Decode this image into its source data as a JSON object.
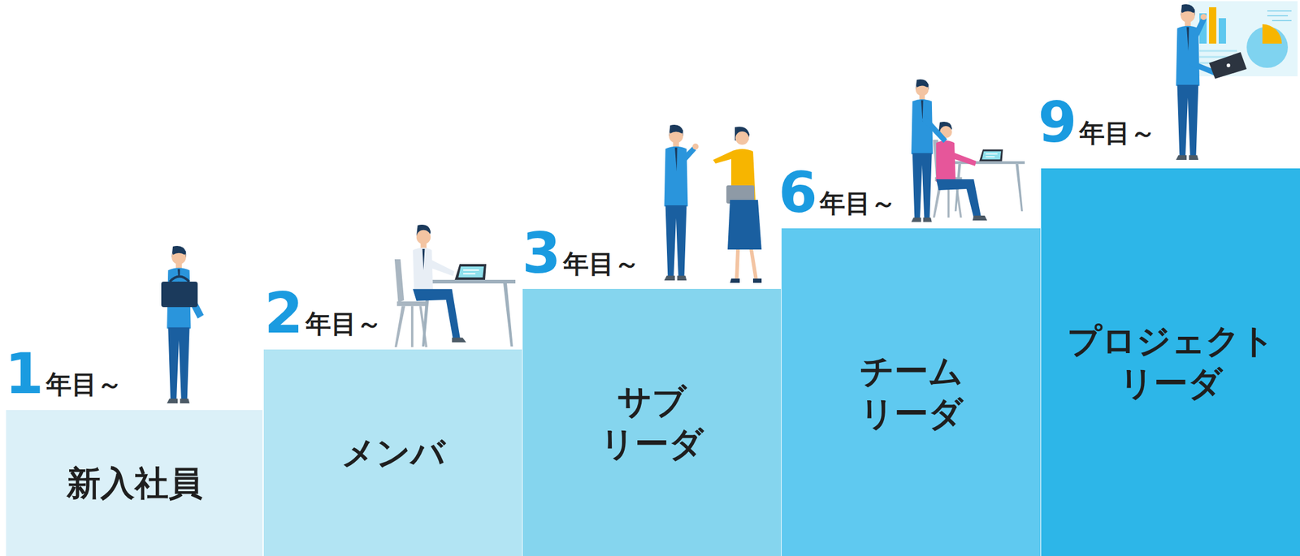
{
  "diagram": {
    "nodes": [
      {
        "text": [
          "新入社員"
        ]
      },
      {
        "text": [
          "メンバ"
        ]
      },
      {
        "text": [
          "サブ リーダ"
        ]
      },
      {
        "text": [
          "チーム リーダ"
        ]
      },
      {
        "text": [
          "プロジェクト リーダ"
        ]
      }
    ],
    "labels": [
      "1",
      "年目～",
      "2",
      "年目～",
      "3",
      "年目～",
      "6",
      "年目～",
      "9",
      "年目～"
    ]
  }
}
